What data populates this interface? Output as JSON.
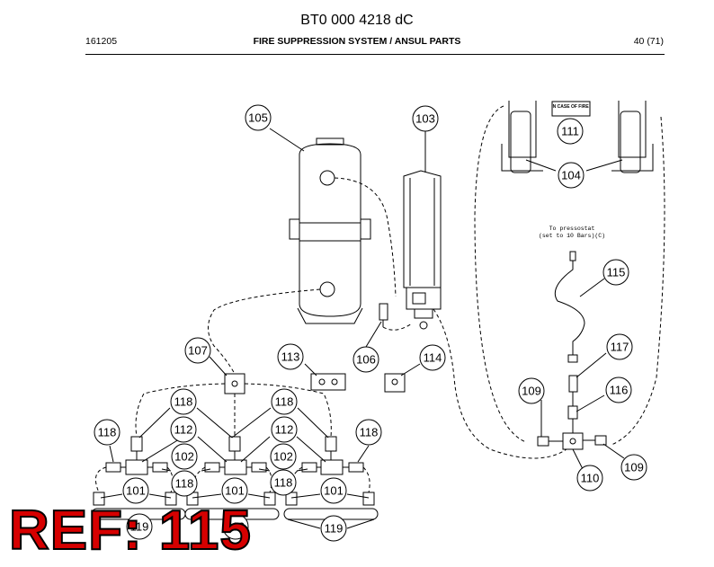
{
  "header": {
    "doc_number": "BT0 000 4218 dC",
    "date_code": "161205",
    "section_title": "FIRE SUPPRESSION SYSTEM / ANSUL PARTS",
    "page": "40 (71)"
  },
  "diagram": {
    "note_line1": "To pressostat",
    "note_line2": "(set to 10 Bars)(C)",
    "sign_label": "IN CASE OF FIRE",
    "callouts": {
      "c101": "101",
      "c102": "102",
      "c103": "103",
      "c104": "104",
      "c105": "105",
      "c106": "106",
      "c107": "107",
      "c109": "109",
      "c110": "110",
      "c111": "111",
      "c112": "112",
      "c113": "113",
      "c114": "114",
      "c115": "115",
      "c116": "116",
      "c117": "117",
      "c118": "118",
      "c119": "119"
    }
  },
  "ref_banner": "REF: 115"
}
